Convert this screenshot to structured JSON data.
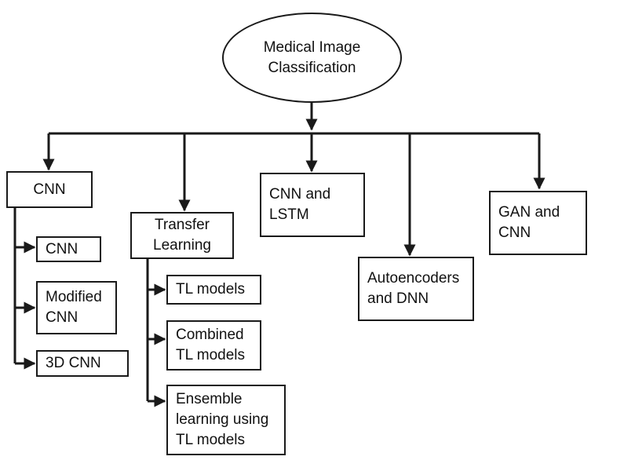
{
  "root": {
    "label": "Medical Image\nClassification"
  },
  "categories": {
    "cnn": {
      "label": "CNN",
      "children": {
        "cnn": "CNN",
        "modified_cnn": "Modified\nCNN",
        "cnn_3d": "3D CNN"
      }
    },
    "transfer_learning": {
      "label": "Transfer\nLearning",
      "children": {
        "tl_models": "TL models",
        "combined_tl_models": "Combined\nTL models",
        "ensemble_learning": "Ensemble\nlearning using\nTL models"
      }
    },
    "cnn_lstm": {
      "label": "CNN and\nLSTM"
    },
    "autoencoders_dnn": {
      "label": "Autoencoders\nand DNN"
    },
    "gan_cnn": {
      "label": "GAN and\nCNN"
    }
  },
  "colors": {
    "line": "#1a1a1a",
    "border": "#1a1a1a",
    "background": "#ffffff"
  }
}
